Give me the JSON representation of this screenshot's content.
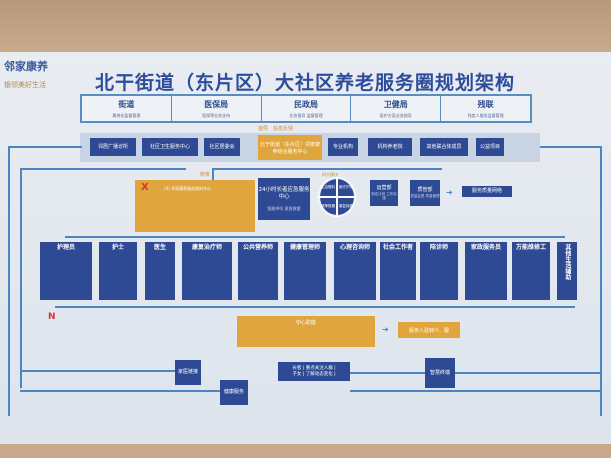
{
  "logo": {
    "name": "邻家康养",
    "slogan": "银领美好生活"
  },
  "title": "北干街道（东片区）大社区养老服务圈规划架构",
  "departments": [
    {
      "name": "街道",
      "desc": "属地化监督管理"
    },
    {
      "name": "医保局",
      "desc": "医保等业务支持"
    },
    {
      "name": "民政局",
      "desc": "业务指导 监督管理"
    },
    {
      "name": "卫健局",
      "desc": "医护方面业务指导"
    },
    {
      "name": "残联",
      "desc": "残疾人服务监督管理"
    }
  ],
  "flow_label": "指导　信息反馈",
  "partners_left": [
    "邻居广播诊所",
    "社区卫生服务中心",
    "社区居委会"
  ],
  "center": "北干街道（东片区）邻家康养综合服务中心",
  "partners_right": [
    "专业机构",
    "机构养老院",
    "其他联合体成员",
    "公益项目"
  ],
  "sub_center": {
    "tag": "统筹",
    "title": "(X) 邻家康养服务照料中心"
  },
  "emergency": {
    "title": "24小时长者应急服务中心",
    "desc": "智能呼叫 紧急救援"
  },
  "modules": {
    "title": "四大模块",
    "items": [
      "生活照料",
      "医疗护理",
      "精神慰藉",
      "康复保健"
    ]
  },
  "ops": {
    "title": "运营部",
    "desc": "制定计划 工作实施"
  },
  "qa": {
    "title": "质管部",
    "desc": "质量监督 质量管理"
  },
  "quality_network": "服务质量网络",
  "staff": [
    "护理员",
    "护士",
    "医生",
    "康复治疗师",
    "公共营养师",
    "健康管理师",
    "心理咨询师",
    "社会工作者",
    "陪诊师",
    "家政服务员",
    "万能维修工",
    "其他生活辅助"
  ],
  "center_duty": "中心职能",
  "referral": "服务入驻转介、跟",
  "family_doctor": "家医链接",
  "health_service": "健康服务",
  "smart_terminal": "智慧终端",
  "target": {
    "elder": "长者",
    "elder_desc": "重点关注人群",
    "children": "子女",
    "children_desc": "了解动态变化"
  },
  "markers": [
    "X",
    "N"
  ]
}
